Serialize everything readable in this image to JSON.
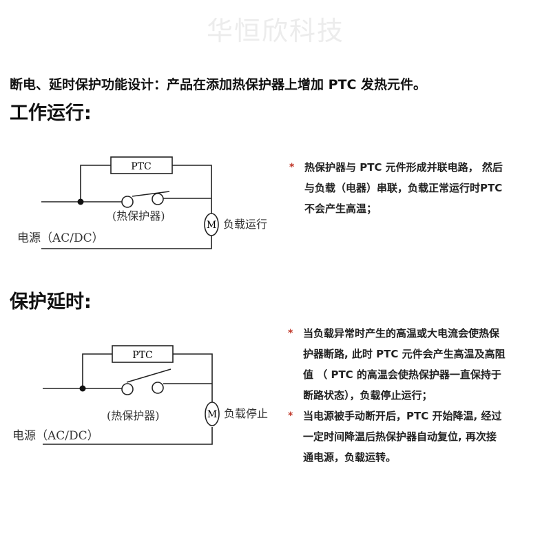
{
  "watermark": "华恒欣科技",
  "intro": "断电、延时保护功能设计：产品在添加热保护器上增加 PTC 发热元件。",
  "section1": {
    "title": "工作运行:",
    "diagram": {
      "ptc": "PTC",
      "protector": "(热保护器)",
      "motor": "M",
      "load": "负载运行",
      "power": "电源（AC/DC）"
    },
    "bullets": [
      {
        "star": "*",
        "lines": [
          "热保护器与 PTC 元件形成并联电路， 然后",
          "与负载（电器）串联，负载正常运行时PTC",
          "不会产生高温；"
        ]
      }
    ]
  },
  "section2": {
    "title": "保护延时:",
    "diagram": {
      "ptc": "PTC",
      "protector": "(热保护器)",
      "motor": "M",
      "load": "负载停止",
      "power": "电源（AC/DC）"
    },
    "bullets": [
      {
        "star": "*",
        "lines": [
          "当负载异常时产生的高温或大电流会使热保",
          "护器断路, 此时 PTC 元件会产生高温及高阻",
          "值 （ PTC 的高温会使热保护器一直保持于",
          "断路状态），负载停止运行；"
        ]
      },
      {
        "star": "*",
        "lines": [
          "当电源被手动断开后，PTC 开始降温, 经过",
          "一定时间降温后热保护器自动复位, 再次接",
          "通电源，负载运转。"
        ]
      }
    ]
  },
  "colors": {
    "star": "#c0392b",
    "watermark": "#ececec"
  }
}
